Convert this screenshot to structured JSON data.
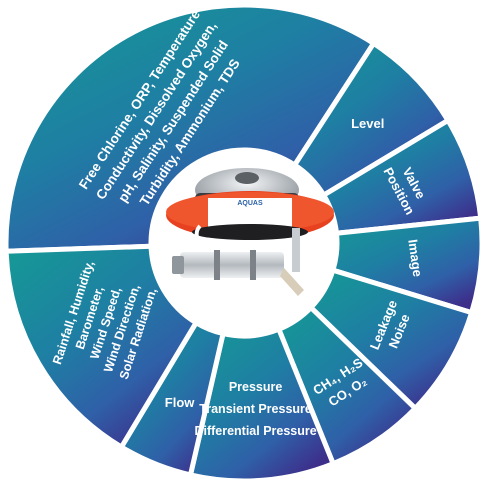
{
  "colors": {
    "teal": "#159a95",
    "teal_mid": "#1e7fa3",
    "blue": "#2f60a8",
    "purple": "#3d2e8a",
    "divider": "#ffffff",
    "label": "#ffffff",
    "device_float": "#e8411f",
    "device_body": "#c7ccd1"
  },
  "center": {
    "brand_label": "AQUAS",
    "icon": "buoy-sensor-device"
  },
  "segments": [
    {
      "id": "water-quality",
      "lines": [
        "Free Chlorine, ORP, Temperature",
        "Conductivity, Dissolved Oxygen,",
        "pH, Salinity, Suspended Solid",
        "Turbidity, Ammonium, TDS"
      ]
    },
    {
      "id": "level",
      "lines": [
        "Level"
      ]
    },
    {
      "id": "valve-position",
      "lines": [
        "Valve",
        "Position"
      ]
    },
    {
      "id": "image",
      "lines": [
        "Image"
      ]
    },
    {
      "id": "leakage-noise",
      "lines": [
        "Leakage",
        "Noise"
      ]
    },
    {
      "id": "gas",
      "lines": [
        "CH₄, H₂S",
        "CO, O₂"
      ]
    },
    {
      "id": "pressure",
      "lines": [
        "Pressure",
        "Transient Pressure",
        "Differential Pressure"
      ]
    },
    {
      "id": "flow",
      "lines": [
        "Flow"
      ]
    },
    {
      "id": "weather",
      "lines": [
        "Rainfall, Humidity,",
        "Barometer,",
        "Wind Speed,",
        "Wind Direction,",
        "Solar Radiation,"
      ]
    }
  ]
}
